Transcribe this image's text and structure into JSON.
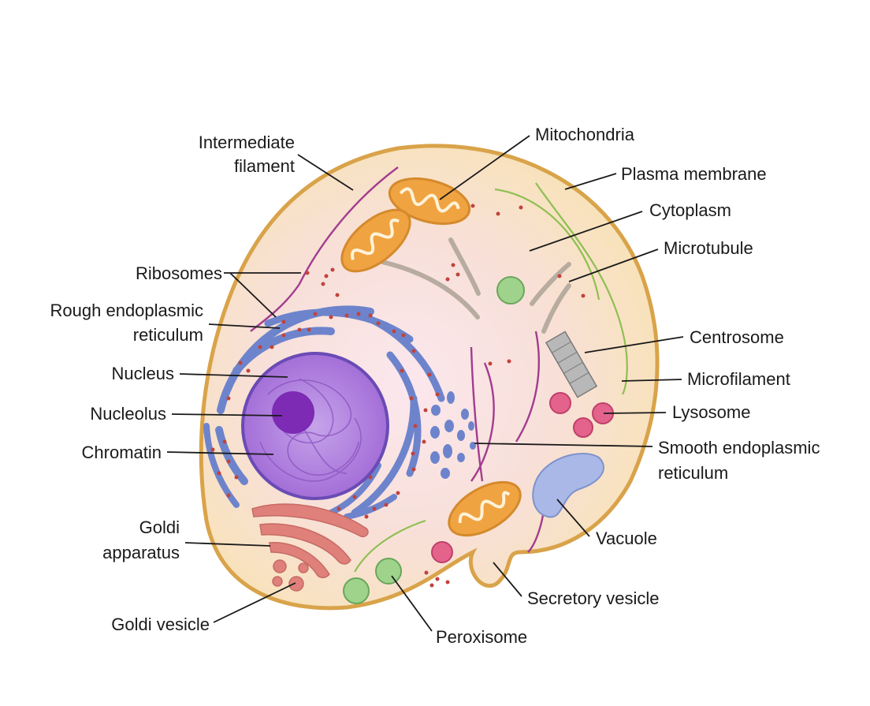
{
  "labels": {
    "intermediate_filament": [
      "Intermediate",
      "filament"
    ],
    "mitochondria": "Mitochondria",
    "plasma_membrane": "Plasma membrane",
    "cytoplasm": "Cytoplasm",
    "microtubule": "Microtubule",
    "ribosomes": "Ribosomes",
    "rough_er": [
      "Rough endoplasmic",
      "reticulum"
    ],
    "centrosome": "Centrosome",
    "microfilament": "Microfilament",
    "nucleus": "Nucleus",
    "nucleolus": "Nucleolus",
    "lysosome": "Lysosome",
    "chromatin": "Chromatin",
    "smooth_er": [
      "Smooth endoplasmic",
      "reticulum"
    ],
    "vacuole": "Vacuole",
    "golgi_apparatus": [
      "Goldi",
      "apparatus"
    ],
    "secretory_vesicle": "Secretory vesicle",
    "golgi_vesicle": "Goldi vesicle",
    "peroxisome": "Peroxisome"
  },
  "colors": {
    "membrane": "#d9a34a",
    "cytoplasm": "#f9e7bf",
    "cytoplasm_inner": "#f8dde3",
    "nucleus": "#a371d6",
    "nucleolus": "#7d2ab5",
    "er": "#6d84cc",
    "ribosome": "#c2423c",
    "mitochondria": "#f0a341",
    "golgi": "#e0807a",
    "lysosome": "#e3638c",
    "peroxisome": "#9fd38c",
    "vacuole": "#a9b8e6",
    "filament_purple": "#a33c8f",
    "filament_green": "#8fbf52",
    "microtubule": "#b8ab9f"
  }
}
